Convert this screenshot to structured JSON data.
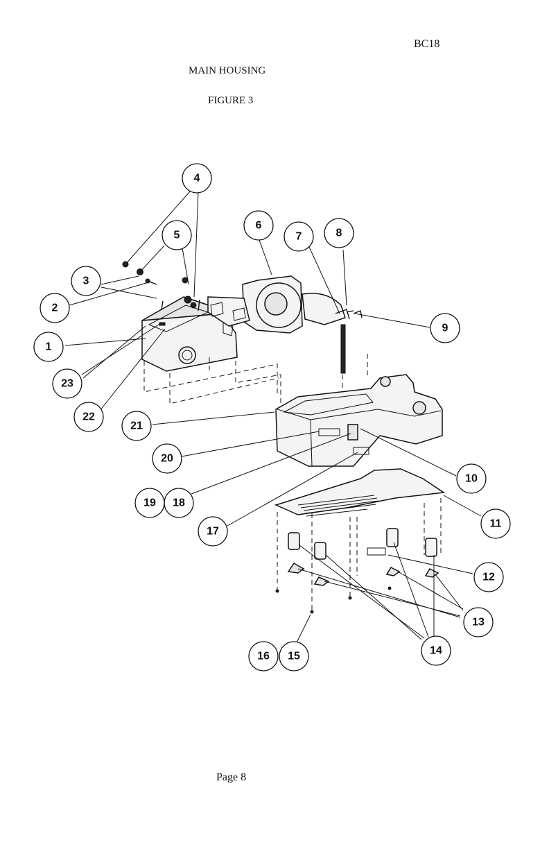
{
  "document_code": "BC18",
  "title": "MAIN HOUSING",
  "figure_label": "FIGURE 3",
  "page_label": "Page 8",
  "callouts": [
    "1",
    "2",
    "3",
    "4",
    "5",
    "6",
    "7",
    "8",
    "9",
    "10",
    "11",
    "12",
    "13",
    "14",
    "15",
    "16",
    "17",
    "18",
    "19",
    "20",
    "21",
    "22",
    "23"
  ]
}
